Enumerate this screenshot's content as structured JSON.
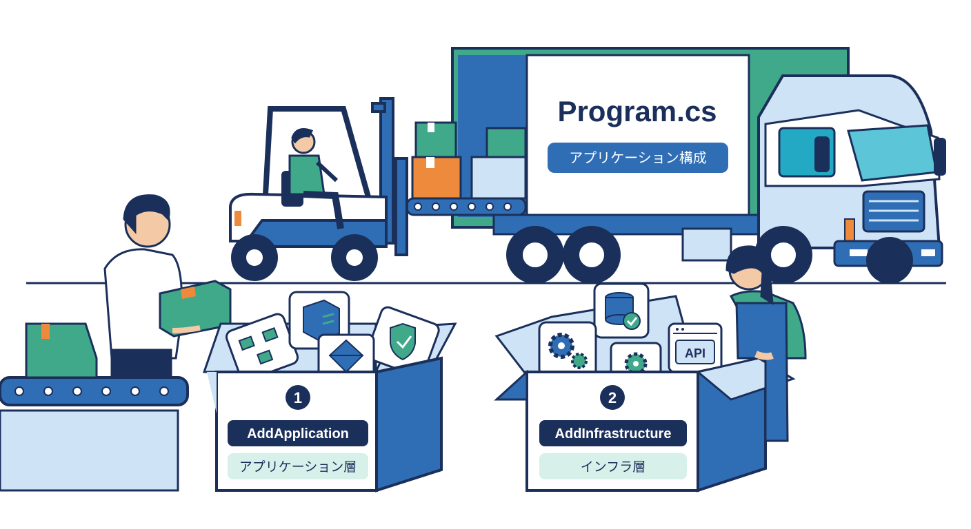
{
  "truck": {
    "title": "Program.cs",
    "subtitle": "アプリケーション構成"
  },
  "boxes": [
    {
      "number": "1",
      "method": "AddApplication",
      "layer": "アプリケーション層",
      "icons": [
        "flowchart-icon",
        "cube-document-icon",
        "shield-check-icon",
        "diamond-icon"
      ]
    },
    {
      "number": "2",
      "method": "AddInfrastructure",
      "layer": "インフラ層",
      "icons": [
        "database-check-icon",
        "gears-icon",
        "gear-icon",
        "api-window-icon"
      ],
      "api_label": "API"
    }
  ],
  "colors": {
    "navy": "#1b2f5b",
    "blue": "#2f6eb5",
    "light_blue": "#cfe3f6",
    "teal": "#3fa98a",
    "mint": "#d7f0ea",
    "orange": "#ee8a3c"
  }
}
